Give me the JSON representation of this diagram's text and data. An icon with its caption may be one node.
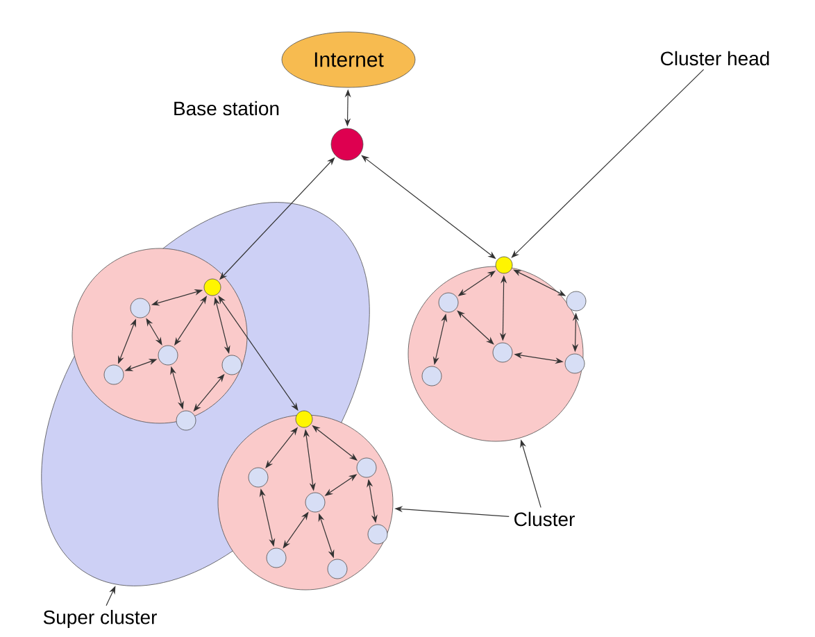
{
  "diagram": {
    "nodes": [
      {
        "text": [
          "Internet"
        ]
      },
      {
        "text": [],
        "shape": "circle"
      },
      {
        "text": [
          "Cluster head"
        ]
      },
      {
        "text": [],
        "shape": "ellipse"
      },
      {
        "text": [],
        "shape": "circle",
        "in": 3
      },
      {
        "text": [],
        "shape": "circle",
        "in": 4
      },
      {
        "text": [],
        "shape": "circle",
        "in": 4
      },
      {
        "text": [],
        "shape": "circle",
        "in": 4
      },
      {
        "text": [],
        "shape": "circle",
        "in": 4
      },
      {
        "text": [],
        "shape": "circle",
        "in": 4
      },
      {
        "text": [],
        "shape": "circle",
        "in": 4
      },
      {
        "text": [],
        "shape": "circle",
        "in": 3
      },
      {
        "text": [],
        "shape": "circle",
        "in": 11
      },
      {
        "text": [],
        "shape": "circle",
        "in": 11
      },
      {
        "text": [],
        "shape": "circle",
        "in": 11
      },
      {
        "text": [],
        "shape": "circle",
        "in": 11
      },
      {
        "text": [],
        "shape": "circle",
        "in": 11
      },
      {
        "text": [],
        "shape": "circle",
        "in": 11
      },
      {
        "text": [],
        "shape": "circle",
        "in": 11
      },
      {
        "text": [],
        "shape": "circle"
      },
      {
        "text": [],
        "shape": "circle",
        "in": 19
      },
      {
        "text": [],
        "shape": "circle",
        "in": 19
      },
      {
        "text": [],
        "shape": "circle",
        "in": 19
      },
      {
        "text": [],
        "shape": "circle",
        "in": 19
      },
      {
        "text": [],
        "shape": "circle",
        "in": 19
      },
      {
        "text": [],
        "shape": "circle",
        "in": 19
      },
      {
        "text": [
          "Cluster"
        ]
      },
      {
        "text": [
          "Super cluster"
        ]
      }
    ],
    "edges": [
      {
        "from": 0,
        "to": 1,
        "arrow": "both"
      },
      {
        "from": 5,
        "to": 1,
        "arrow": "both"
      },
      {
        "from": 20,
        "to": 1,
        "arrow": "both"
      },
      {
        "from": 2,
        "to": 20,
        "arrow": "to"
      },
      {
        "from": 5,
        "to": 12,
        "arrow": "both"
      },
      {
        "from": 5,
        "to": 6,
        "arrow": "both"
      },
      {
        "from": 5,
        "to": 7,
        "arrow": "both"
      },
      {
        "from": 5,
        "to": 9,
        "arrow": "both"
      },
      {
        "from": 6,
        "to": 7,
        "arrow": "both"
      },
      {
        "from": 6,
        "to": 8,
        "arrow": "both"
      },
      {
        "from": 8,
        "to": 7,
        "arrow": "both"
      },
      {
        "from": 7,
        "to": 10,
        "arrow": "both"
      },
      {
        "from": 10,
        "to": 9,
        "arrow": "both"
      },
      {
        "from": 12,
        "to": 13,
        "arrow": "both"
      },
      {
        "from": 12,
        "to": 14,
        "arrow": "both"
      },
      {
        "from": 12,
        "to": 15,
        "arrow": "both"
      },
      {
        "from": 15,
        "to": 14,
        "arrow": "both"
      },
      {
        "from": 13,
        "to": 17,
        "arrow": "both"
      },
      {
        "from": 17,
        "to": 14,
        "arrow": "both"
      },
      {
        "from": 14,
        "to": 18,
        "arrow": "both"
      },
      {
        "from": 15,
        "to": 16,
        "arrow": "both"
      },
      {
        "from": 20,
        "to": 21,
        "arrow": "both"
      },
      {
        "from": 20,
        "to": 22,
        "arrow": "both"
      },
      {
        "from": 20,
        "to": 23,
        "arrow": "both"
      },
      {
        "from": 21,
        "to": 22,
        "arrow": "both"
      },
      {
        "from": 21,
        "to": 25,
        "arrow": "both"
      },
      {
        "from": 22,
        "to": 24,
        "arrow": "both"
      },
      {
        "from": 23,
        "to": 24,
        "arrow": "both"
      },
      {
        "from": 26,
        "to": 19,
        "arrow": "to"
      },
      {
        "from": 26,
        "to": 11,
        "arrow": "to"
      },
      {
        "from": 27,
        "to": 3,
        "arrow": "to"
      }
    ],
    "labels": [
      "Base station"
    ]
  }
}
